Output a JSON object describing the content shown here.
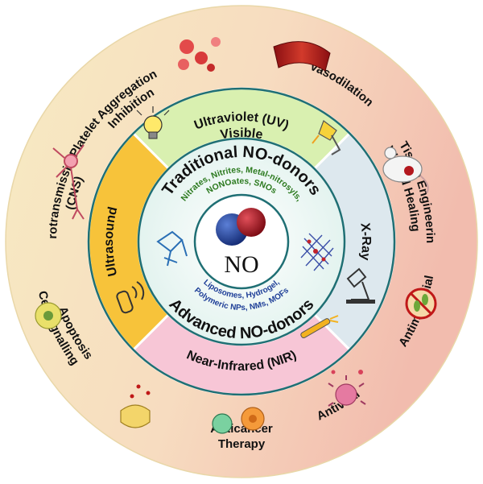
{
  "diagram": {
    "center": {
      "label": "NO"
    },
    "inner_ring": {
      "top_title": "Traditional NO-donors",
      "top_examples_line1": "Nitrates, Nitrites, Metal-nitrosyls,",
      "top_examples_line2": "NONOates, SNOs",
      "bottom_title": "Advanced NO-donors",
      "bottom_examples_line1": "Liposomes, Hydrogel,",
      "bottom_examples_line2": "Polymeric NPs, NMs, MOFs"
    },
    "stimuli_ring": [
      {
        "label_line1": "Ultraviolet (UV)",
        "label_line2": "Visible",
        "color": "#d9f0b0"
      },
      {
        "label_line1": "X-Ray",
        "color": "#dde8ee"
      },
      {
        "label_line1": "Near-Infrared (NIR)",
        "color": "#f7c6d6"
      },
      {
        "label_line1": "Ultrasound",
        "color": "#f7c33a"
      }
    ],
    "applications": [
      {
        "lines": [
          "Vasodilation"
        ]
      },
      {
        "lines": [
          "Tissue Engineering",
          "Wound Healing"
        ]
      },
      {
        "lines": [
          "Antimicrobial"
        ]
      },
      {
        "lines": [
          "Antiviral"
        ]
      },
      {
        "lines": [
          "Anticancer",
          "Therapy"
        ]
      },
      {
        "lines": [
          "Apoptosis",
          "Cell signalling"
        ]
      },
      {
        "lines": [
          "Neurotransmission",
          "(CNS)"
        ]
      },
      {
        "lines": [
          "Platelet Aggregation",
          "Inhibition"
        ]
      }
    ],
    "colors": {
      "outer_ring_left": "#f6e8bf",
      "outer_ring_right": "#f3c5b6",
      "core_fill": "#eef7f6",
      "core_border": "#1f6f74",
      "nitrogen_atom": "#1b3e98",
      "oxygen_atom": "#b3101a"
    }
  }
}
